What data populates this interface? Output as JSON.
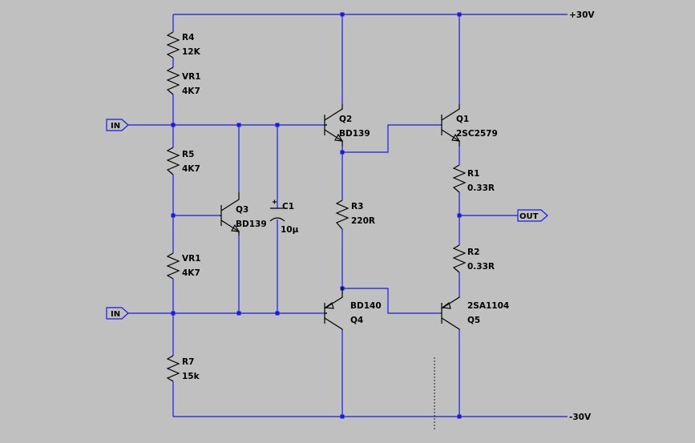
{
  "rails": {
    "pos": "+30V",
    "neg": "-30V"
  },
  "ports": {
    "in_top": "IN",
    "in_bottom": "IN",
    "out": "OUT"
  },
  "resistors": [
    {
      "ref": "R4",
      "value": "12K"
    },
    {
      "ref": "VR1",
      "value": "4K7"
    },
    {
      "ref": "R5",
      "value": "4K7"
    },
    {
      "ref": "VR1",
      "value": "4K7"
    },
    {
      "ref": "R7",
      "value": "15k"
    },
    {
      "ref": "R3",
      "value": "220R"
    },
    {
      "ref": "R1",
      "value": "0.33R"
    },
    {
      "ref": "R2",
      "value": "0.33R"
    }
  ],
  "capacitor": {
    "ref": "C1",
    "value": "10µ"
  },
  "transistors": [
    {
      "ref": "Q2",
      "part": "BD139",
      "type": "npn"
    },
    {
      "ref": "Q1",
      "part": "2SC2579",
      "type": "npn"
    },
    {
      "ref": "Q3",
      "part": "BD139",
      "type": "npn"
    },
    {
      "ref": "Q4",
      "part": "BD140",
      "type": "pnp"
    },
    {
      "ref": "Q5",
      "part": "2SA1104",
      "type": "pnp"
    }
  ]
}
